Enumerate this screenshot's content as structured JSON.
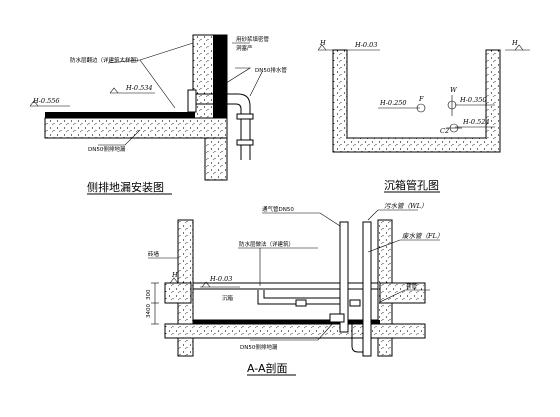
{
  "drawing1": {
    "title": "侧排地漏安装图",
    "waterproof_note": "防水层翻边（详建筑大样图）",
    "fill_note": "用砂浆填密管",
    "fill_note2": "洞塞严",
    "pipe_label": "DN50排水管",
    "drain_label": "DN50侧排地漏",
    "level_1": "H-0.556",
    "level_2": "H-0.534"
  },
  "drawing2": {
    "title": "沉箱管孔图",
    "level_top": "H-0.03",
    "level_h": "H",
    "level_a": "H-0.250",
    "level_b": "H-0.350",
    "level_c": "H-0.524",
    "mark_f": "F",
    "mark_w": "W",
    "mark_c2": "C2"
  },
  "drawing3": {
    "title": "A-A剖面",
    "vent_label": "通气管DN50",
    "vent_pipe": "污水管（WL）",
    "floor_drain_pipe": "废水管（FL）",
    "sleeve": "套管",
    "waterproof": "防水层做法（详建筑）",
    "wall_label": "砖墙",
    "h_mark": "H",
    "level": "H-0.03",
    "box": "沉箱",
    "dim_1": "300",
    "dim_2": "3400",
    "drain": "DN50侧排地漏"
  }
}
